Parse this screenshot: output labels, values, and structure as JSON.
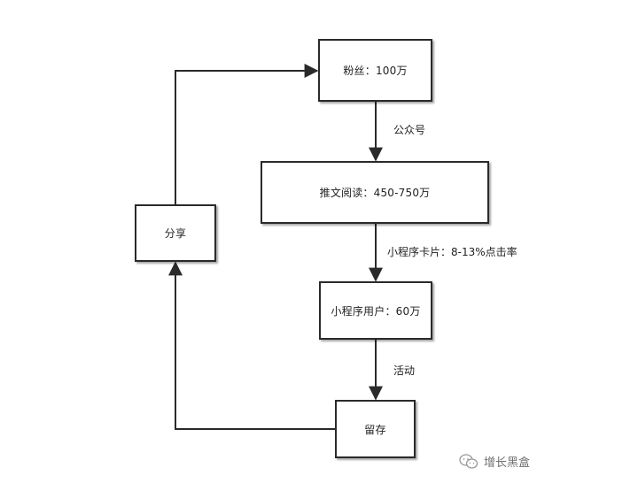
{
  "nodes": {
    "fans": "粉丝：100万",
    "article_reads": "推文阅读：450-750万",
    "mini_program_users": "小程序用户：60万",
    "retention": "留存",
    "share": "分享"
  },
  "edge_labels": {
    "official_account": "公众号",
    "mini_program_card": "小程序卡片：8-13%点击率",
    "activity": "活动"
  },
  "watermark": {
    "text": "增长黑盒",
    "icon": "wechat-icon"
  },
  "colors": {
    "line": "#2a2a2a",
    "background": "#ffffff"
  }
}
